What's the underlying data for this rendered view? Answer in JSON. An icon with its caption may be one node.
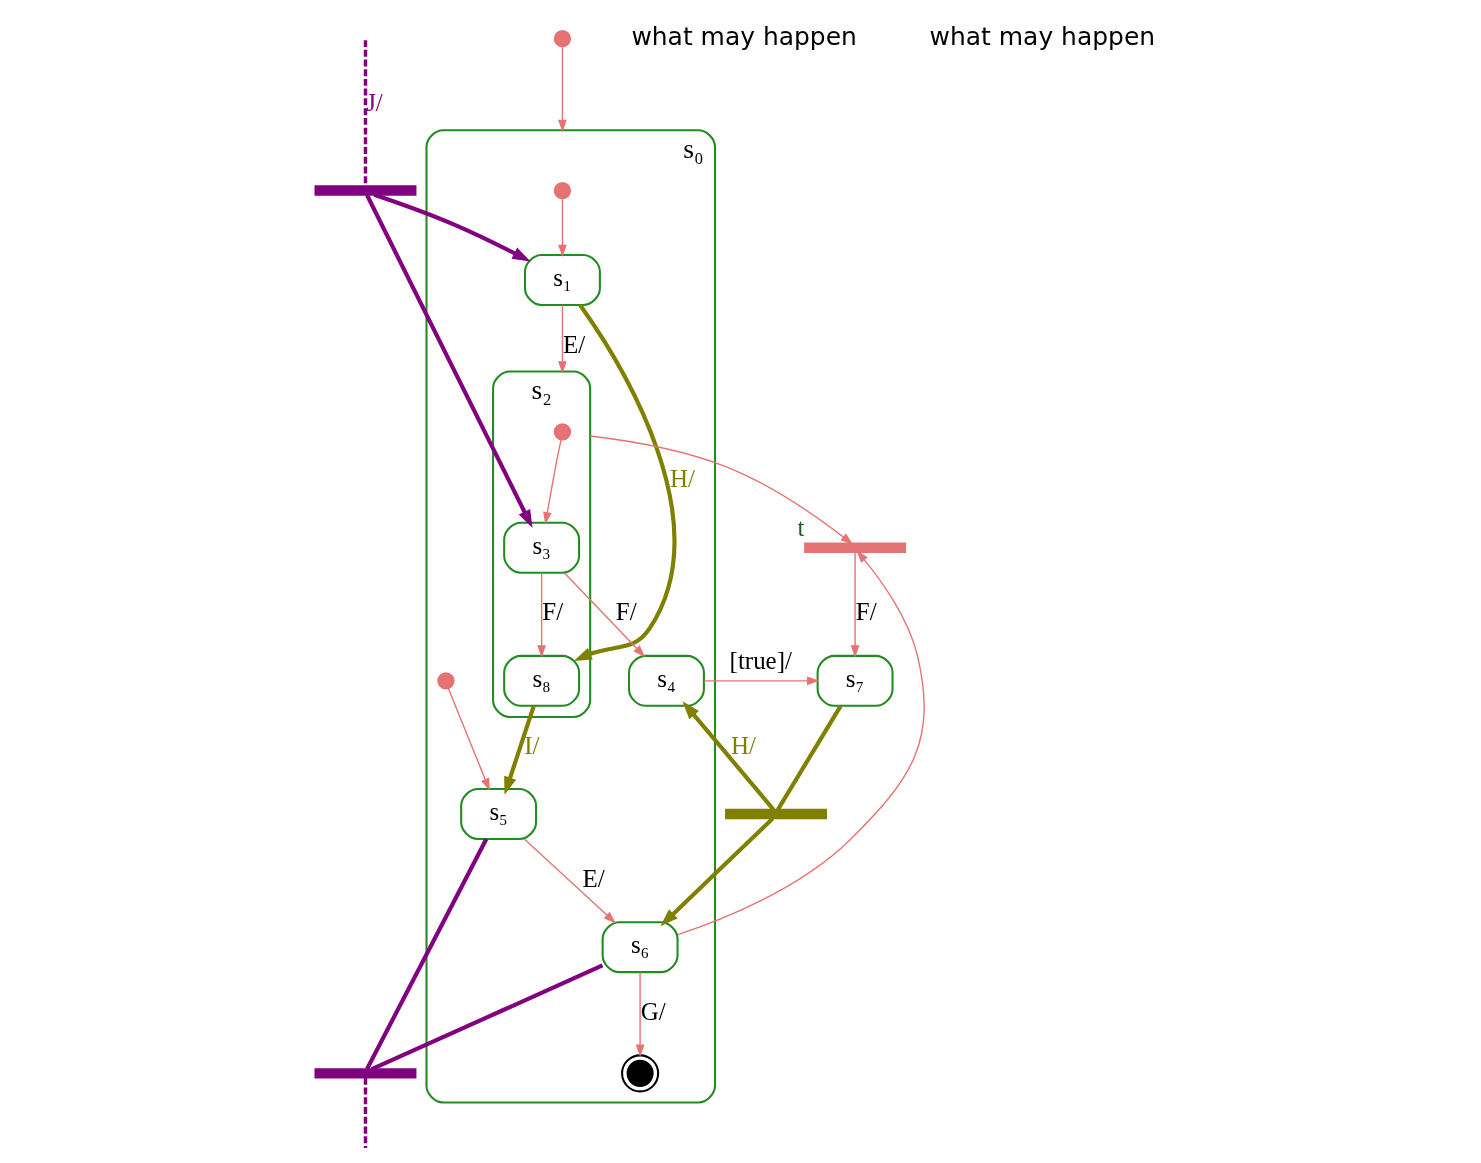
{
  "diagram": {
    "nodes": [
      {
        "text": [
          "s₀"
        ]
      },
      {
        "text": [],
        "shape": "circle"
      },
      {
        "text": [],
        "shape": "circle",
        "in": 0
      },
      {
        "text": [
          "s₁"
        ],
        "in": 0
      },
      {
        "text": [
          "s₂"
        ],
        "in": 0
      },
      {
        "text": [],
        "shape": "circle",
        "in": 4
      },
      {
        "text": [
          "s₃"
        ],
        "in": 4
      },
      {
        "text": [
          "s₈"
        ],
        "in": 4
      },
      {
        "text": [
          "s₄"
        ],
        "in": 0
      },
      {
        "text": [],
        "shape": "circle",
        "in": 0
      },
      {
        "text": [
          "s₅"
        ],
        "in": 0
      },
      {
        "text": [
          "s₆"
        ],
        "in": 0
      },
      {
        "text": [],
        "shape": "circle",
        "in": 0
      },
      {
        "text": [],
        "shape": "bar",
        "beside": [
          "t"
        ]
      },
      {
        "text": [
          "s₇"
        ]
      },
      {
        "text": [],
        "shape": "bar"
      },
      {
        "text": [],
        "shape": "bar"
      },
      {
        "text": [],
        "shape": "bar"
      }
    ],
    "edges": [
      {
        "from": 1,
        "to": 0,
        "arrow": "to"
      },
      {
        "from": 2,
        "to": 3,
        "arrow": "to"
      },
      {
        "from": 3,
        "to": 4,
        "arrow": "to",
        "label": "E/"
      },
      {
        "from": 5,
        "to": 6,
        "arrow": "to"
      },
      {
        "from": 6,
        "to": 7,
        "arrow": "to",
        "label": "F/"
      },
      {
        "from": 6,
        "to": 8,
        "arrow": "to",
        "label": "F/"
      },
      {
        "from": 4,
        "to": 13,
        "arrow": "to"
      },
      {
        "from": 11,
        "to": 13,
        "arrow": "to"
      },
      {
        "from": 13,
        "to": 14,
        "arrow": "to",
        "label": "F/"
      },
      {
        "from": 8,
        "to": 14,
        "arrow": "to",
        "label": "[true]/"
      },
      {
        "from": 9,
        "to": 10,
        "arrow": "to"
      },
      {
        "from": 10,
        "to": 11,
        "arrow": "to",
        "label": "E/"
      },
      {
        "from": 11,
        "to": 12,
        "arrow": "to",
        "label": "G/"
      },
      {
        "from": 3,
        "to": 7,
        "arrow": "to",
        "label": "H/",
        "style": "thick",
        "color": "#808000"
      },
      {
        "from": 7,
        "to": 10,
        "arrow": "to",
        "label": "I/",
        "style": "thick",
        "color": "#808000"
      },
      {
        "from": 14,
        "to": 17,
        "arrow": "none",
        "style": "thick",
        "color": "#808000"
      },
      {
        "from": 17,
        "to": 8,
        "arrow": "to",
        "label": "H/",
        "style": "thick",
        "color": "#808000"
      },
      {
        "from": 17,
        "to": 11,
        "arrow": "to",
        "style": "thick",
        "color": "#808000"
      },
      {
        "from": null,
        "to": 15,
        "arrow": "none",
        "label": "J/",
        "style": "dashed",
        "color": "#800080"
      },
      {
        "from": 15,
        "to": 3,
        "arrow": "to",
        "style": "thick",
        "color": "#800080"
      },
      {
        "from": 15,
        "to": 6,
        "arrow": "to",
        "style": "thick",
        "color": "#800080"
      },
      {
        "from": 10,
        "to": 16,
        "arrow": "none",
        "style": "thick",
        "color": "#800080"
      },
      {
        "from": 11,
        "to": 16,
        "arrow": "none",
        "style": "thick",
        "color": "#800080"
      },
      {
        "from": 16,
        "to": null,
        "arrow": "none",
        "style": "dashed",
        "color": "#800080"
      }
    ],
    "labels": [
      "what may happen",
      "what may happen"
    ]
  }
}
